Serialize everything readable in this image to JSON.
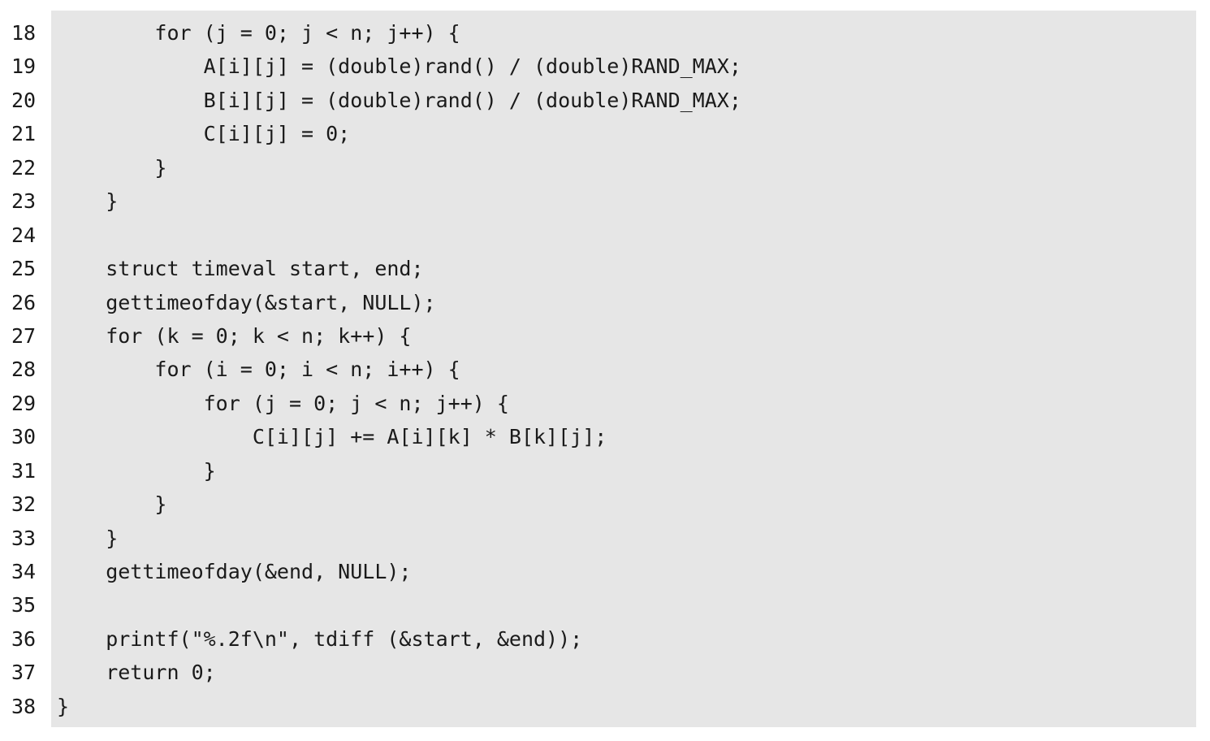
{
  "code": {
    "lines": [
      {
        "number": "18",
        "text": "        for (j = 0; j < n; j++) {"
      },
      {
        "number": "19",
        "text": "            A[i][j] = (double)rand() / (double)RAND_MAX;"
      },
      {
        "number": "20",
        "text": "            B[i][j] = (double)rand() / (double)RAND_MAX;"
      },
      {
        "number": "21",
        "text": "            C[i][j] = 0;"
      },
      {
        "number": "22",
        "text": "        }"
      },
      {
        "number": "23",
        "text": "    }"
      },
      {
        "number": "24",
        "text": ""
      },
      {
        "number": "25",
        "text": "    struct timeval start, end;"
      },
      {
        "number": "26",
        "text": "    gettimeofday(&start, NULL);"
      },
      {
        "number": "27",
        "text": "    for (k = 0; k < n; k++) {"
      },
      {
        "number": "28",
        "text": "        for (i = 0; i < n; i++) {"
      },
      {
        "number": "29",
        "text": "            for (j = 0; j < n; j++) {"
      },
      {
        "number": "30",
        "text": "                C[i][j] += A[i][k] * B[k][j];"
      },
      {
        "number": "31",
        "text": "            }"
      },
      {
        "number": "32",
        "text": "        }"
      },
      {
        "number": "33",
        "text": "    }"
      },
      {
        "number": "34",
        "text": "    gettimeofday(&end, NULL);"
      },
      {
        "number": "35",
        "text": ""
      },
      {
        "number": "36",
        "text": "    printf(\"%.2f\\n\", tdiff (&start, &end));"
      },
      {
        "number": "37",
        "text": "    return 0;"
      },
      {
        "number": "38",
        "text": "}"
      }
    ]
  },
  "colors": {
    "panel_background": "#e6e6e6",
    "text": "#1a1a1a"
  }
}
